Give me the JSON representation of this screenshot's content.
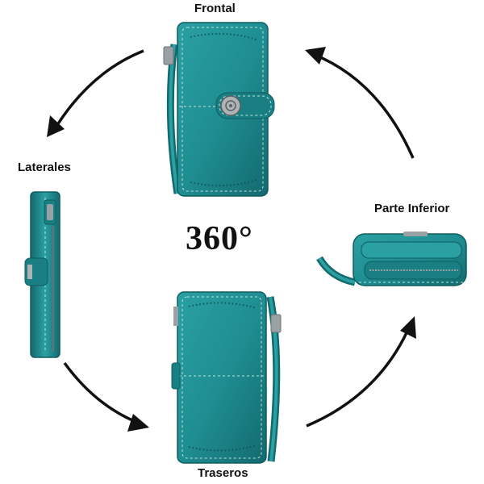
{
  "labels": {
    "front": "Frontal",
    "sides": "Laterales",
    "bottom": "Parte Inferior",
    "back": "Traseros",
    "rotation": "360°"
  },
  "colors": {
    "leather": "#1f8e92",
    "leather_dark": "#136a6e",
    "leather_light": "#39a9ab",
    "stitch": "#bfe3df",
    "metal": "#9aa1a4",
    "arrow": "#111111"
  },
  "icons": {
    "arrows": "curved-arrow-icon",
    "snap": "flower-snap-button-icon"
  }
}
